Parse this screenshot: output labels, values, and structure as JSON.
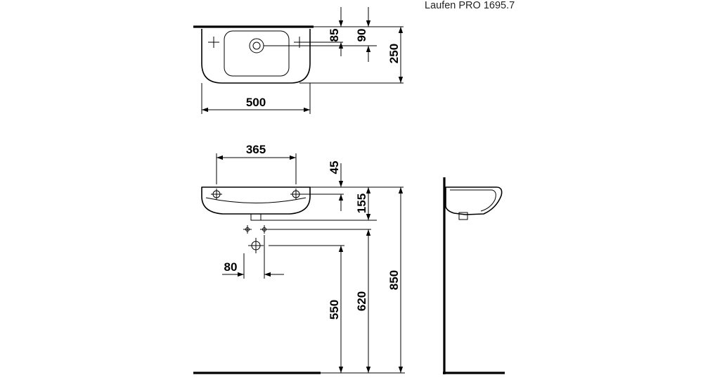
{
  "product_label": "Laufen PRO 1695.7",
  "dimensions": {
    "top_width": "500",
    "top_depth": "250",
    "top_tap_offset_85": "85",
    "top_tap_offset_90": "90",
    "front_hole_spacing": "365",
    "front_rim_height": "45",
    "front_basin_height": "155",
    "front_waste_offset": "80",
    "height_waste": "550",
    "height_supply": "620",
    "height_rim": "850"
  }
}
